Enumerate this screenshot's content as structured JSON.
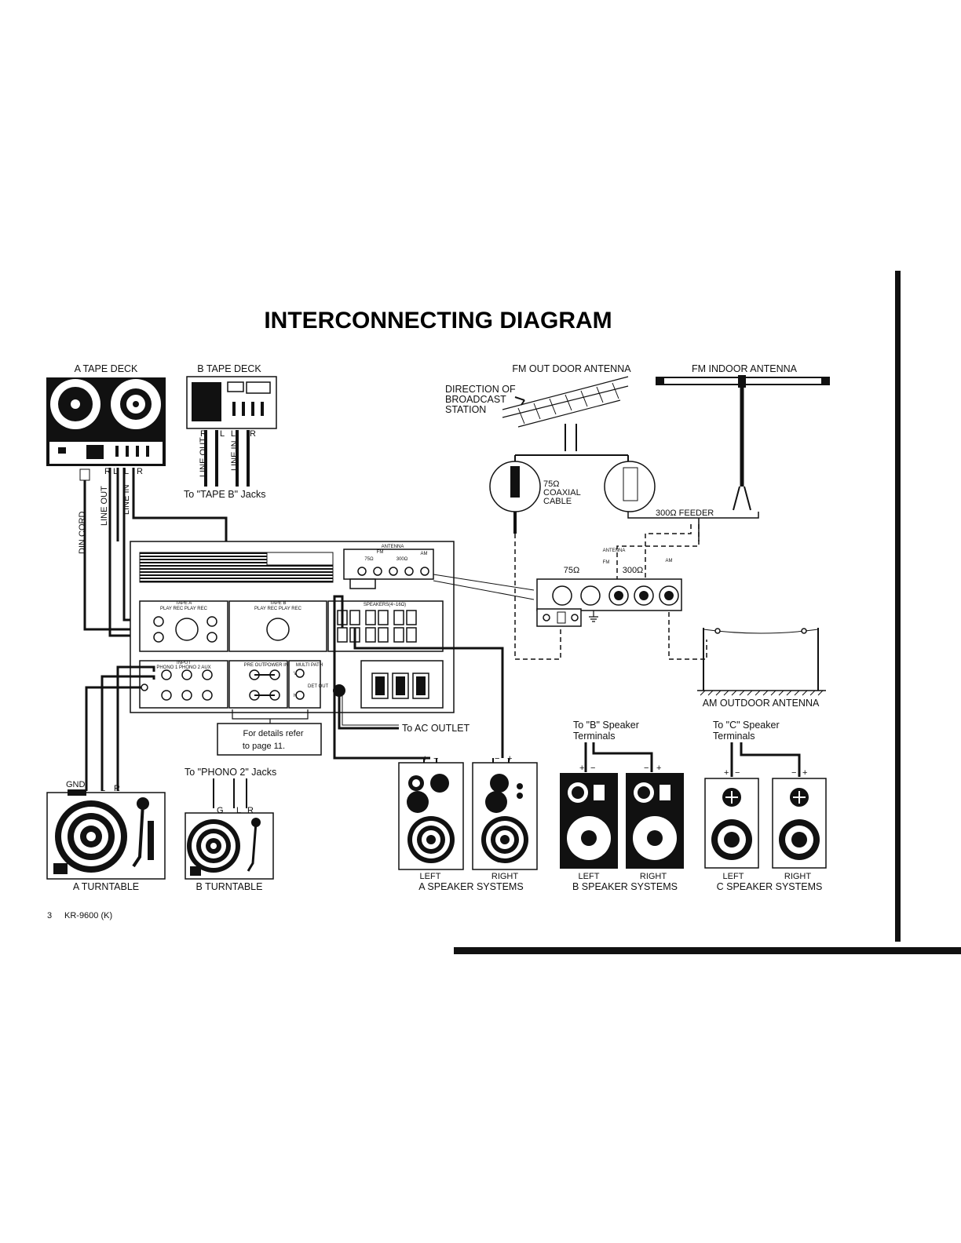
{
  "title": "INTERCONNECTING DIAGRAM",
  "labels": {
    "a_tape_deck": "A TAPE DECK",
    "b_tape_deck": "B TAPE DECK",
    "fm_outdoor_antenna": "FM OUT DOOR ANTENNA",
    "fm_indoor_antenna": "FM INDOOR ANTENNA",
    "direction_line1": "DIRECTION OF",
    "direction_line2": "BROADCAST",
    "direction_line3": "STATION",
    "coaxial_line1": "75Ω",
    "coaxial_line2": "COAXIAL",
    "coaxial_line3": "CABLE",
    "feeder_300": "300Ω  FEEDER",
    "to_tape_b_jacks": "To \"TAPE B\" Jacks",
    "din_cord": "DIN CORD",
    "line_out": "LINE OUT",
    "line_in": "LINE IN",
    "r": "R",
    "l": "L",
    "g": "G",
    "gnd": "GND",
    "antenna": "ANTENNA",
    "fm": "FM",
    "am": "AM",
    "ohm75": "75Ω",
    "ohm300": "300Ω",
    "am_outdoor_antenna": "AM OUTDOOR ANTENNA",
    "to_ac_outlet": "To AC OUTLET",
    "details_line1": "For details refer",
    "details_line2": "to page 11.",
    "to_phono2_jacks": "To \"PHONO 2\" Jacks",
    "to_b_speaker_line1": "To \"B\" Speaker",
    "to_b_speaker_line2": "Terminals",
    "to_c_speaker_line1": "To \"C\" Speaker",
    "to_c_speaker_line2": "Terminals",
    "left": "LEFT",
    "right": "RIGHT",
    "a_speaker_systems": "A SPEAKER SYSTEMS",
    "b_speaker_systems": "B SPEAKER SYSTEMS",
    "c_speaker_systems": "C SPEAKER SYSTEMS",
    "a_turntable": "A TURNTABLE",
    "b_turntable": "B TURNTABLE",
    "plus": "+",
    "minus": "−"
  },
  "panel": {
    "tape_a": "TAPE A",
    "tape_b": "TAPE B",
    "tape_sub": "PLAY  REC  PLAY  REC",
    "input": "INPUT",
    "input_sub": "PHONO 1   PHONO 2    AUX",
    "speakers": "SPEAKERS(4~16Ω)",
    "pre_out": "PRE OUT",
    "power_in": "POWER IN",
    "multi_path": "MULTI PATH",
    "det_out": "DET OUT",
    "v": "V",
    "h": "H"
  },
  "footer": {
    "page_number": "3",
    "model": "KR-9600 (K)"
  }
}
